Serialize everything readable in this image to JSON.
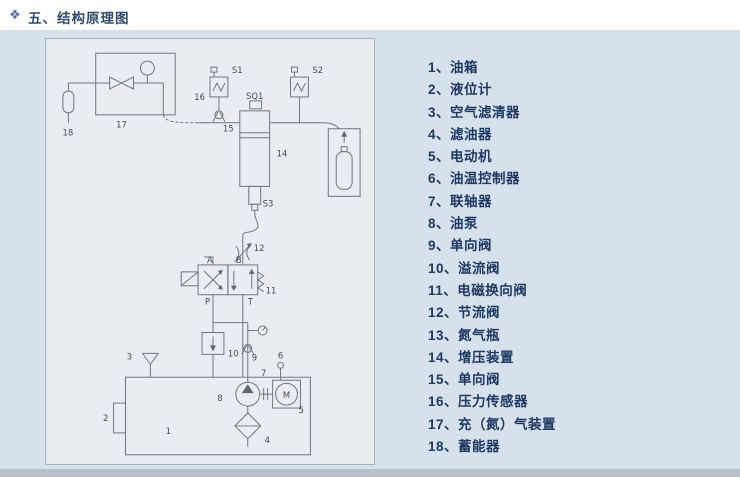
{
  "page": {
    "title_icon": "❖",
    "title": "五、结构原理图"
  },
  "colors": {
    "background": "#d7e1eb",
    "panel": "#e9edf2",
    "header": "#ffffff",
    "title_text": "#2e4d6e",
    "legend_text": "#1d3a63",
    "schematic_line": "#6b7683",
    "footer": "#b9c0c7"
  },
  "legend": {
    "items": [
      "1、油箱",
      "2、液位计",
      "3、空气滤清器",
      "4、滤油器",
      "5、电动机",
      "6、油温控制器",
      "7、联轴器",
      "8、油泵",
      "9、单向阀",
      "10、溢流阀",
      "11、电磁换向阀",
      "12、节流阀",
      "13、氮气瓶",
      "14、增压装置",
      "15、单向阀",
      "16、压力传感器",
      "17、充（氮）气装置",
      "18、蓄能器"
    ]
  },
  "schematic": {
    "labels": {
      "s1": "S1",
      "s2": "S2",
      "sq1": "SQ1",
      "s3": "S3",
      "a": "A",
      "b": "B",
      "p": "P",
      "t": "T",
      "m": "M",
      "n1": "1",
      "n2": "2",
      "n3": "3",
      "n4": "4",
      "n5": "5",
      "n6": "6",
      "n7": "7",
      "n8": "8",
      "n9": "9",
      "n10": "10",
      "n11": "11",
      "n12": "12",
      "n14": "14",
      "n15": "15",
      "n16": "16",
      "n17": "17",
      "n18": "18"
    }
  }
}
